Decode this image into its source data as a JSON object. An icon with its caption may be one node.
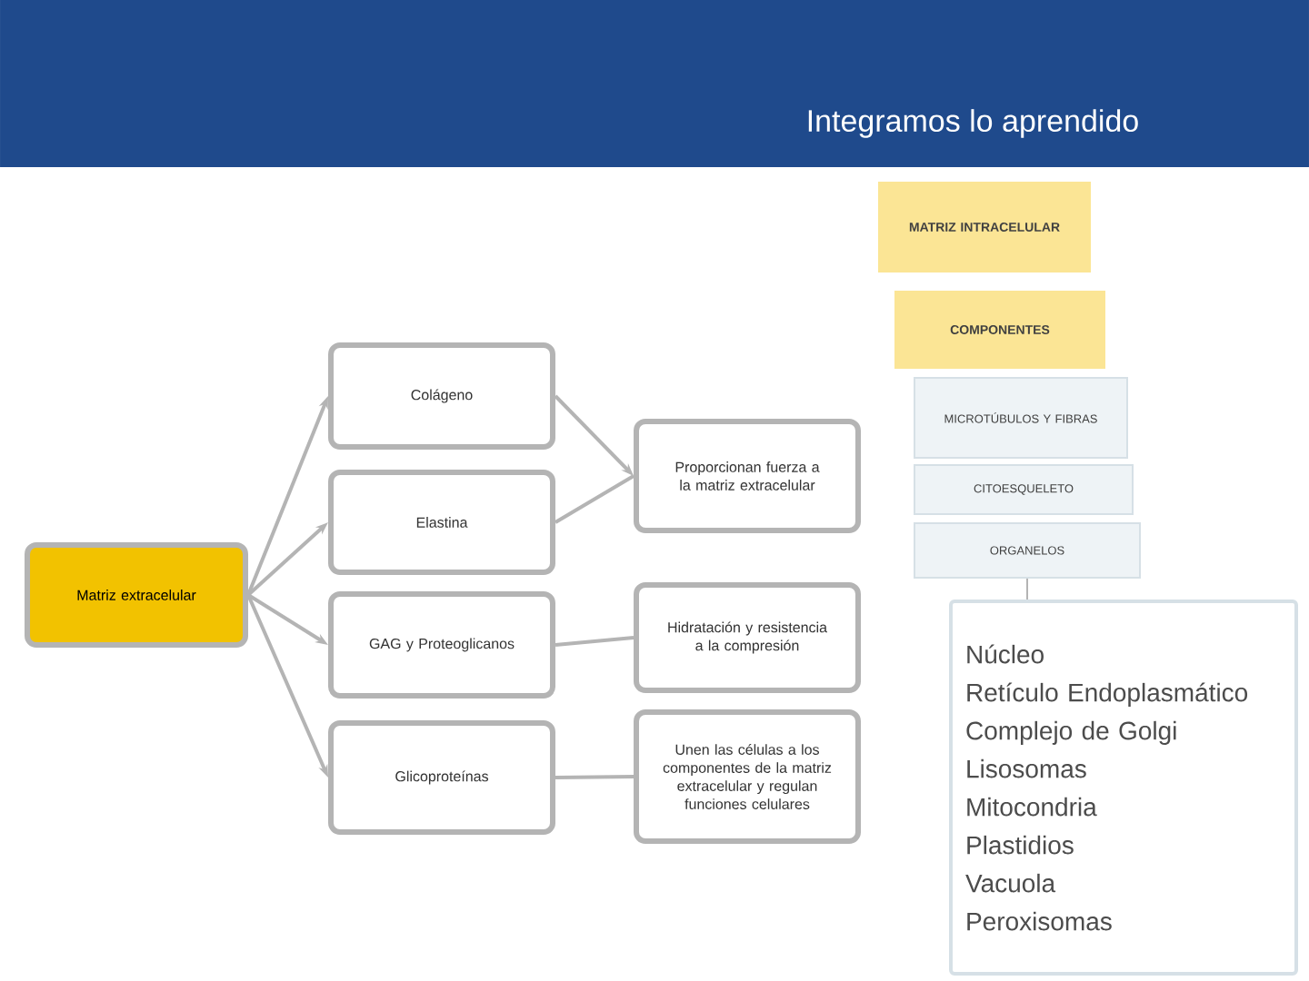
{
  "diagram": {
    "title": "Integramos lo aprendido",
    "nodes": [
      {
        "text": [
          "Matriz extracelular"
        ]
      },
      {
        "text": [
          "Colágeno"
        ]
      },
      {
        "text": [
          "Elastina"
        ]
      },
      {
        "text": [
          "GAG y Proteoglicanos"
        ]
      },
      {
        "text": [
          "Glicoproteínas"
        ]
      },
      {
        "text": [
          "Proporcionan fuerza a la matriz extracelular"
        ]
      },
      {
        "text": [
          "Hidratación y resistencia a la compresión"
        ]
      },
      {
        "text": [
          "Unen las células a los componentes de la matriz extracelular y regulan funciones celulares"
        ]
      },
      {
        "text": [
          "MATRIZ INTRACELULAR"
        ]
      },
      {
        "text": [
          "COMPONENTES"
        ]
      },
      {
        "text": [
          "MICROTÚBULOS Y FIBRAS"
        ]
      },
      {
        "text": [
          "CITOESQUELETO"
        ]
      },
      {
        "text": [
          "ORGANELOS"
        ]
      },
      {
        "text": [
          "Núcleo",
          "Retículo Endoplasmático",
          "Complejo de Golgi",
          "Lisosomas",
          "Mitocondria",
          "Plastidios",
          "Vacuola",
          "Peroxisomas"
        ]
      }
    ],
    "edges": [
      {
        "from": 0,
        "to": 1,
        "arrow": "to"
      },
      {
        "from": 0,
        "to": 2,
        "arrow": "to"
      },
      {
        "from": 0,
        "to": 3,
        "arrow": "to"
      },
      {
        "from": 0,
        "to": 4,
        "arrow": "to"
      },
      {
        "from": 1,
        "to": 5,
        "arrow": "to"
      },
      {
        "from": 2,
        "to": 5,
        "arrow": "none"
      },
      {
        "from": 3,
        "to": 6,
        "arrow": "none"
      },
      {
        "from": 4,
        "to": 7,
        "arrow": "none"
      },
      {
        "from": 12,
        "to": 13,
        "arrow": "none"
      }
    ]
  }
}
